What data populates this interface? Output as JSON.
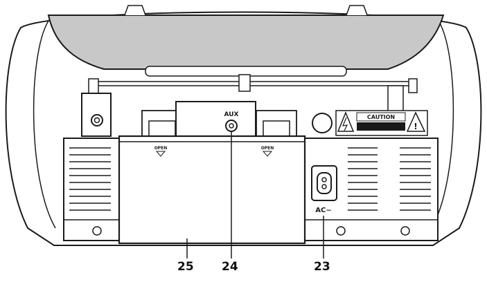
{
  "labels": {
    "aux": "AUX",
    "ac": "AC~",
    "caution": "CAUTION",
    "open_left": "OPEN",
    "open_right": "OPEN"
  },
  "callouts": [
    "25",
    "24",
    "23"
  ],
  "parts": {
    "23": "ac-power-socket",
    "24": "aux-input-jack",
    "25": "battery-compartment-cover"
  },
  "colors": {
    "outline": "#1a1a1a",
    "panel_fill": "#ececec",
    "top_fill": "#c8c8c8"
  }
}
